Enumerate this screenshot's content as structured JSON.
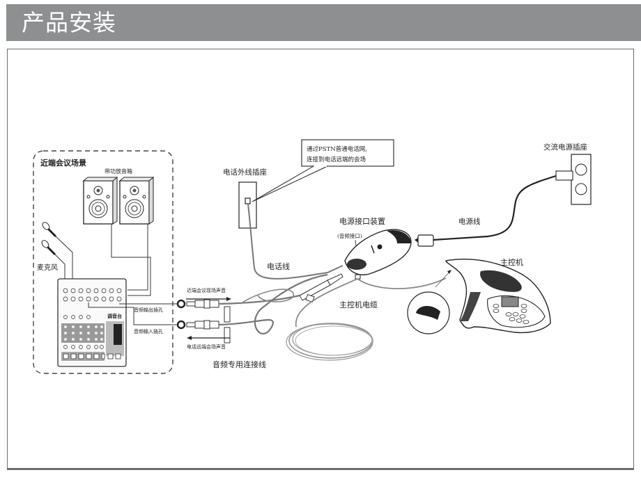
{
  "header": {
    "title": "产品安装"
  },
  "diagram": {
    "near_end_box": {
      "title": "近端会议场景",
      "speakers_label": "带功放音箱",
      "microphone_label": "麦克风",
      "mixer_label": "调音台",
      "audio_out_jack_label": "音频输出插孔",
      "audio_in_jack_label": "音频输入插孔"
    },
    "audio_cable": {
      "label": "音频专用连接线",
      "arrow_right_label": "近端会议现场声音",
      "arrow_left_label": "电话远端会场声音"
    },
    "phone_jack": {
      "label": "电话外线插座",
      "callout": [
        "通过PSTN普通电话网,",
        "连接到电话远端的会场"
      ]
    },
    "phone_cable_label": "电话线",
    "power_module": {
      "label": "电源接口装置",
      "sub_label": "(音频接口)"
    },
    "power_cord_label": "电源线",
    "ac_outlet_label": "交流电源插座",
    "console_cable_label": "主控机电缆",
    "console_label": "主控机"
  }
}
